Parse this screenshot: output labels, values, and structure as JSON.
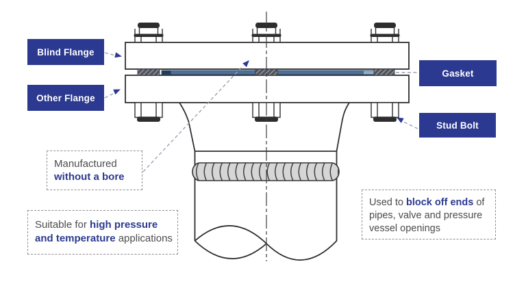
{
  "labels": {
    "blind_flange": "Blind Flange",
    "other_flange": "Other Flange",
    "gasket": "Gasket",
    "stud_bolt": "Stud Bolt"
  },
  "notes": {
    "bore": {
      "line1": "Manufactured",
      "line2": "without a bore"
    },
    "suitable": {
      "pre": "Suitable for ",
      "hl1": "high pressure",
      "hl2": "and temperature",
      "post": " applications"
    },
    "usage": {
      "pre": "Used to ",
      "hl": "block off ends",
      "post": " of",
      "line2": "pipes, valve and pressure",
      "line3": "vessel openings"
    }
  },
  "colors": {
    "label_bg": "#2b3990",
    "label_text": "#ffffff",
    "highlight_text": "#2b3990",
    "note_text": "#4b4b4b",
    "drawing_line": "#2e2e2e",
    "gasket_blue": "#4f7096",
    "weld_gray": "#d6d6d6",
    "leader_dash": "#9aa2b2",
    "arrow_navy": "#2b3990"
  }
}
